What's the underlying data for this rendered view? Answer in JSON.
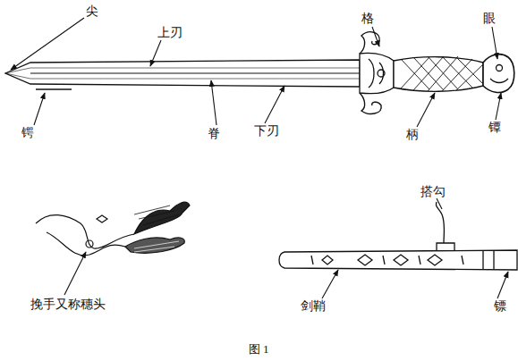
{
  "diagram": {
    "caption": "图 1",
    "labels": [
      "尖",
      "上刃",
      "格",
      "眼",
      "锷",
      "脊",
      "下刃",
      "柄",
      "镡",
      "挽手又称穗头",
      "搭勾",
      "剑鞘",
      "镖"
    ]
  }
}
